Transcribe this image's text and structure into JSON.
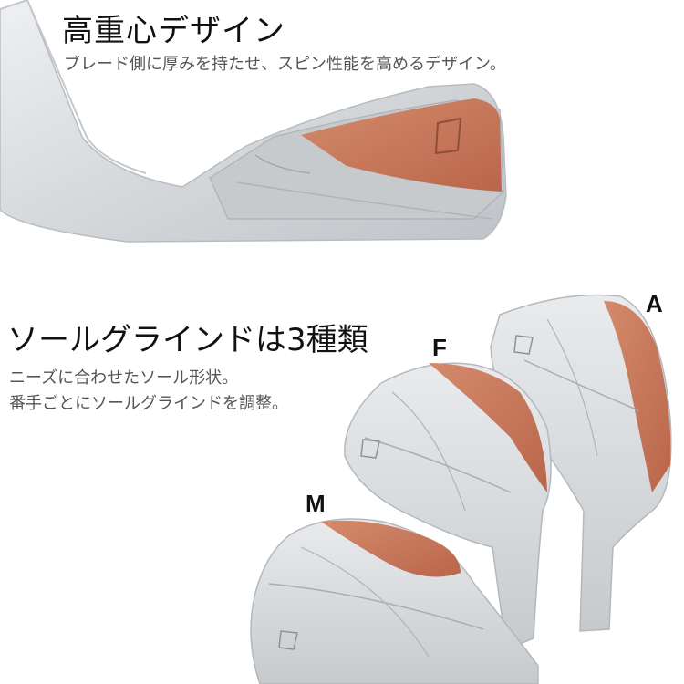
{
  "section1": {
    "title": "高重心デザイン",
    "subtitle": "ブレード側に厚みを持たせ、スピン性能を高めるデザイン。"
  },
  "section2": {
    "title": "ソールグラインドは3種類",
    "line1": "ニーズに合わせたソール形状。",
    "line2": "番手ごとにソールグラインドを調整。"
  },
  "grinds": {
    "a": "A",
    "f": "F",
    "m": "M"
  },
  "colors": {
    "highlight": "#c8765a",
    "metal": "#d9dcdf",
    "text": "#111111"
  }
}
